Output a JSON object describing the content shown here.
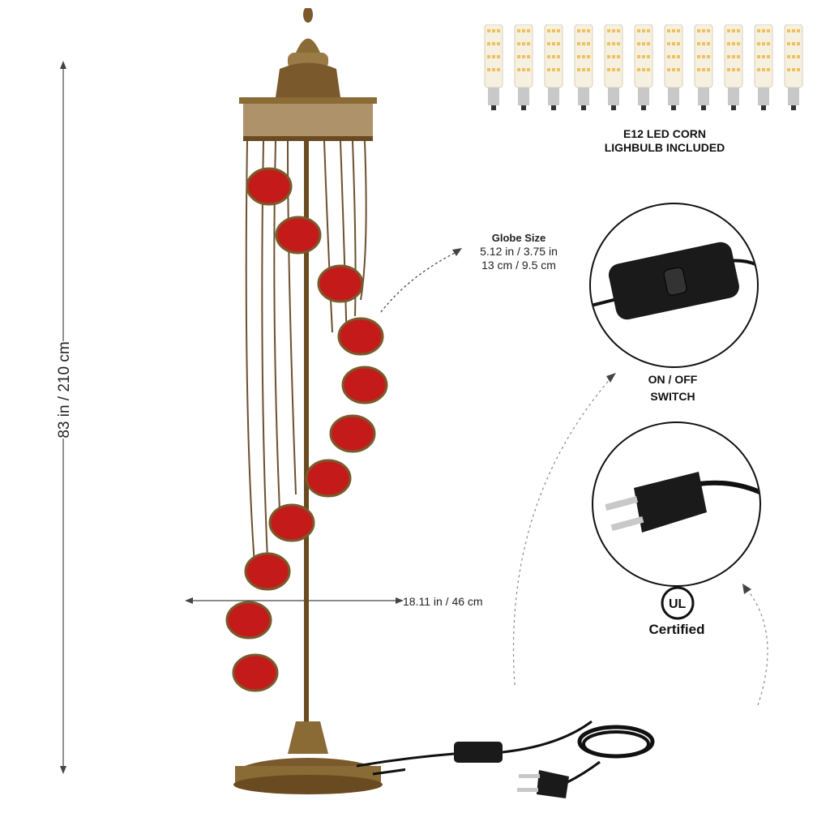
{
  "product": {
    "name": "Mosaic floor lamp",
    "globe_color": "#c41a1a",
    "metal_color": "#8a6a35",
    "globe_count": 11
  },
  "dimensions": {
    "height_label": "83 in / 210 cm",
    "width_label": "18.11 in / 46 cm",
    "globe_title": "Globe Size",
    "globe_line1": "5.12 in / 3.75 in",
    "globe_line2": "13 cm / 9.5 cm"
  },
  "bulbs": {
    "count": 11,
    "line1": "E12 LED CORN",
    "line2": "LIGHBULB INCLUDED"
  },
  "switch": {
    "line1": "ON / OFF",
    "line2": "SWITCH"
  },
  "certification": {
    "logo": "UL",
    "label": "Certified"
  }
}
